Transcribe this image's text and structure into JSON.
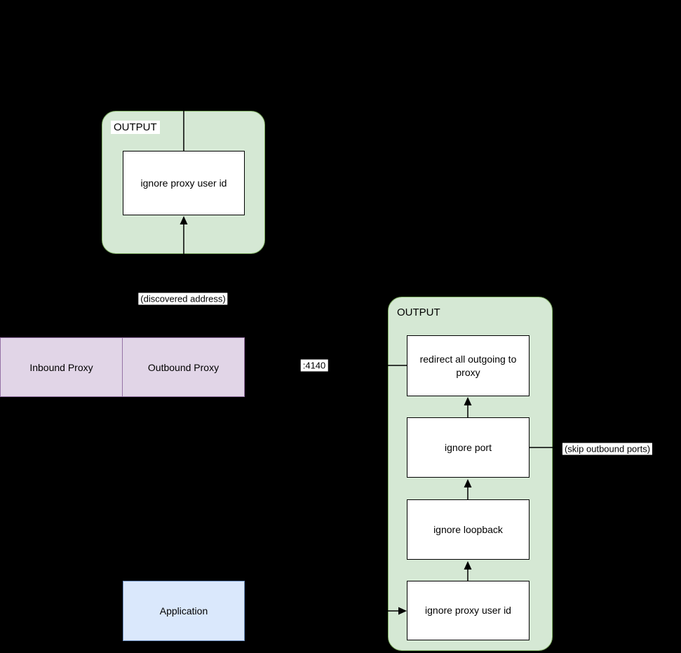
{
  "canvas": {
    "background": "#000000"
  },
  "colors": {
    "group_fill": "#d5e8d4",
    "group_border": "#82b366",
    "proxy_fill": "#e1d5e7",
    "proxy_border": "#9673a6",
    "app_fill": "#dae8fc",
    "app_border": "#6c8ebf",
    "node_fill": "#ffffff",
    "node_border": "#000000",
    "connector": "#000000",
    "edge_label_bg": "#ffffff"
  },
  "top_output_group": {
    "label": "OUTPUT",
    "node": {
      "label": "ignore proxy user id"
    }
  },
  "right_output_group": {
    "label": "OUTPUT",
    "nodes": [
      {
        "label": "redirect all outgoing to proxy"
      },
      {
        "label": "ignore port"
      },
      {
        "label": "ignore loopback"
      },
      {
        "label": "ignore proxy user id"
      }
    ]
  },
  "proxy_row": {
    "cells": [
      {
        "label": "Inbound Proxy"
      },
      {
        "label": "Outbound Proxy"
      }
    ]
  },
  "application": {
    "label": "Application"
  },
  "edge_labels": {
    "discovered_address": "(discovered address)",
    "proxy_port": ":4140",
    "skip_outbound_ports": "(skip outbound ports)"
  }
}
